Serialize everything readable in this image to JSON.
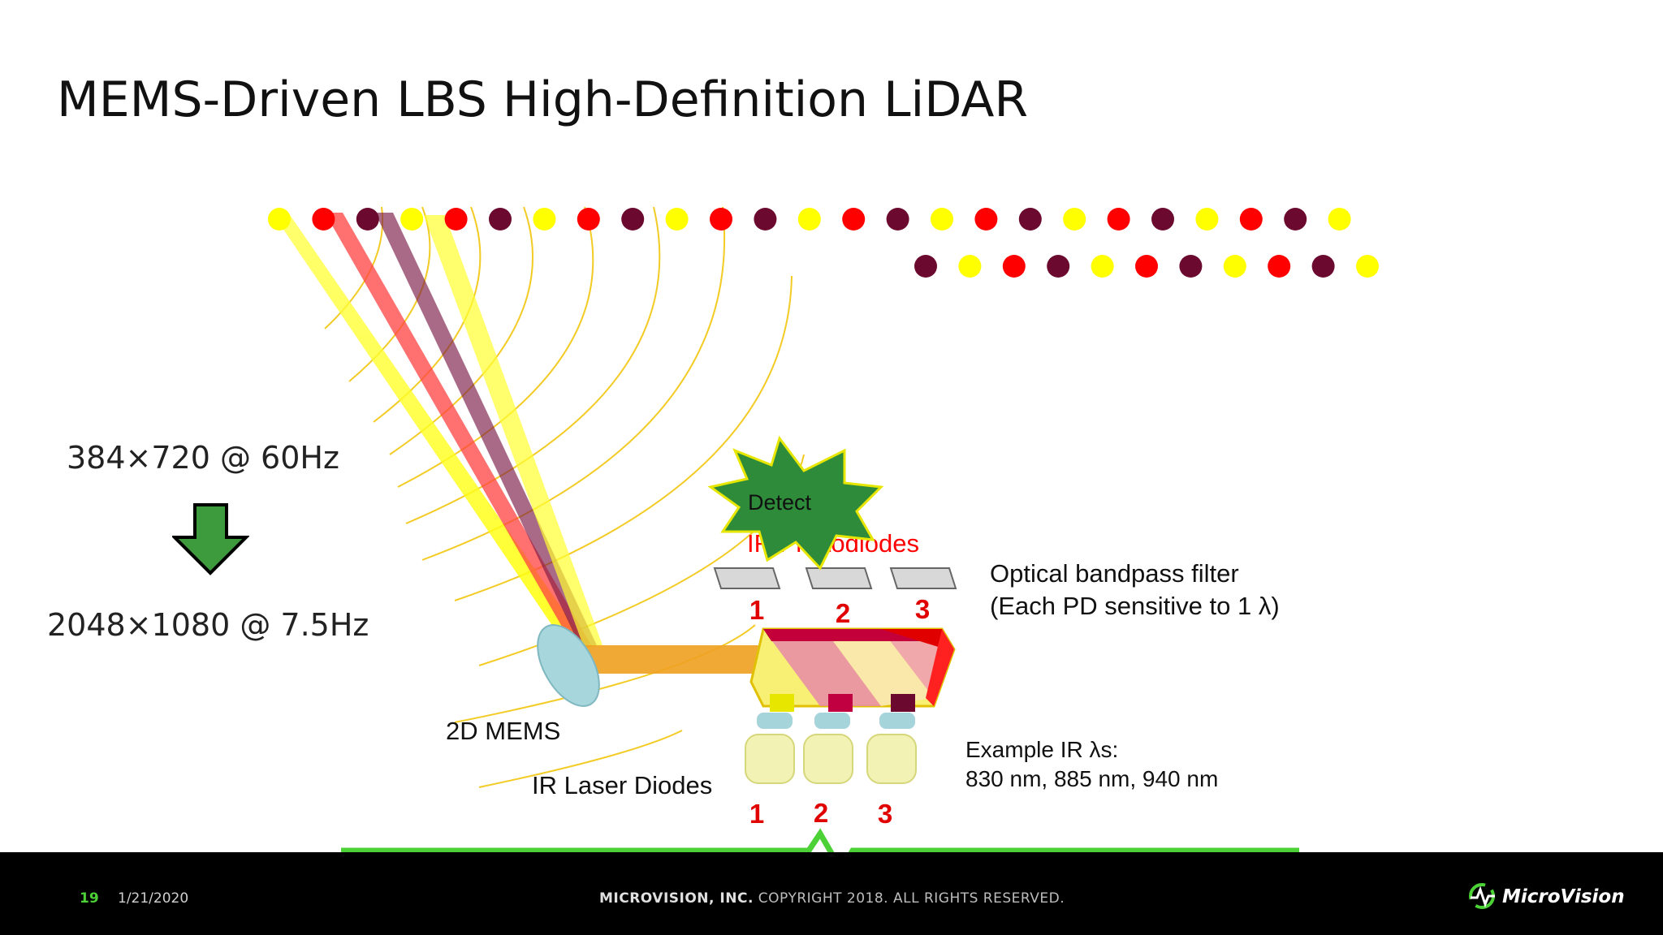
{
  "slide": {
    "title": "MEMS-Driven LBS High-Definition LiDAR"
  },
  "colors": {
    "yellow": "#ffff00",
    "red": "#ff0000",
    "maroon": "#6b0a2e",
    "arrow_green": "#3d9a3d",
    "accent_green": "#4cd137",
    "mems": "#a7d6dc",
    "beam_orange": "#f0a020"
  },
  "resolutions": {
    "before": "384×720 @ 60Hz",
    "after": "2048×1080 @ 7.5Hz",
    "arrow_icon": "down-arrow"
  },
  "diagram": {
    "dot_rows": [
      [
        "yellow",
        "red",
        "maroon",
        "yellow",
        "red",
        "maroon",
        "yellow",
        "red",
        "maroon",
        "yellow",
        "red",
        "maroon",
        "yellow",
        "red",
        "maroon",
        "yellow",
        "red",
        "maroon",
        "yellow",
        "red",
        "maroon",
        "yellow",
        "red",
        "maroon",
        "yellow"
      ],
      [
        "maroon",
        "yellow",
        "red",
        "maroon",
        "yellow",
        "red",
        "maroon",
        "yellow",
        "red",
        "maroon",
        "yellow"
      ]
    ],
    "detect_label": "Detect",
    "photodiodes_label": "IR Photodiodes",
    "photodiode_numbers": [
      "1",
      "2",
      "3"
    ],
    "filter_label_line1": "Optical bandpass filter",
    "filter_label_line2": "(Each PD sensitive to 1 λ)",
    "mems_label": "2D MEMS",
    "laser_label": "IR Laser Diodes",
    "laser_numbers": [
      "1",
      "2",
      "3"
    ],
    "wavelength_label_line1": "Example IR λs:",
    "wavelength_label_line2": "830 nm, 885 nm, 940 nm"
  },
  "footer": {
    "page_number": "19",
    "date": "1/21/2020",
    "company": "MICROVISION, INC.",
    "copyright": " COPYRIGHT 2018. ALL RIGHTS RESERVED.",
    "logo_text": "MicroVision"
  }
}
